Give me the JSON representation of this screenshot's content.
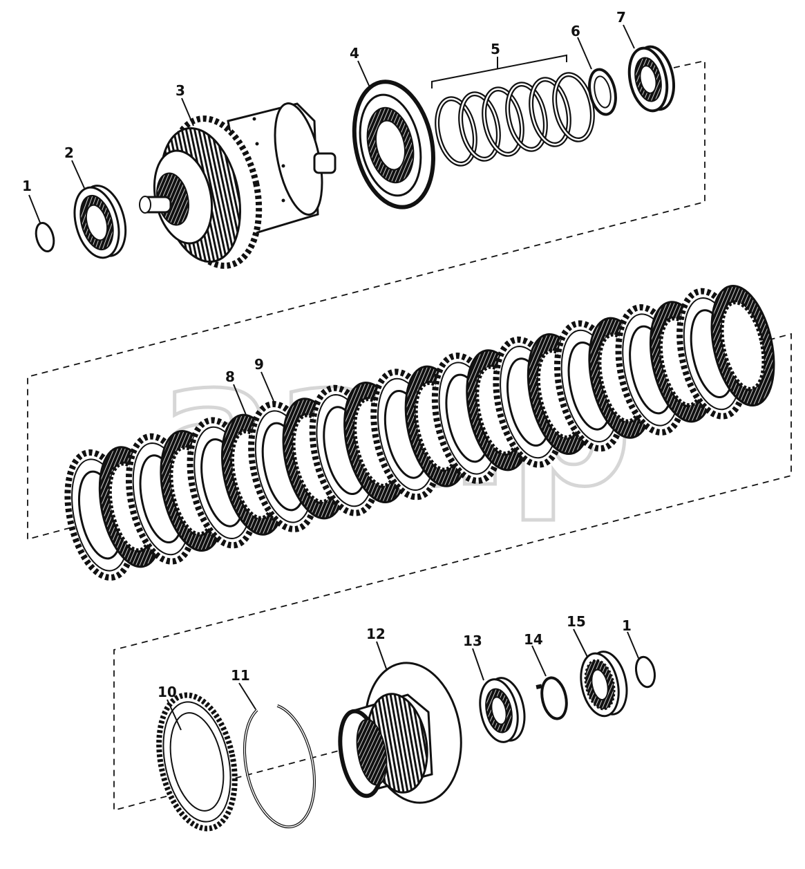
{
  "watermark": "ааар",
  "callouts": [
    {
      "id": "1a",
      "label": "1"
    },
    {
      "id": "2",
      "label": "2"
    },
    {
      "id": "3",
      "label": "3"
    },
    {
      "id": "4",
      "label": "4"
    },
    {
      "id": "5",
      "label": "5"
    },
    {
      "id": "6",
      "label": "6"
    },
    {
      "id": "7",
      "label": "7"
    },
    {
      "id": "8",
      "label": "8"
    },
    {
      "id": "9",
      "label": "9"
    },
    {
      "id": "10",
      "label": "10"
    },
    {
      "id": "11",
      "label": "11"
    },
    {
      "id": "12",
      "label": "12"
    },
    {
      "id": "13",
      "label": "13"
    },
    {
      "id": "14",
      "label": "14"
    },
    {
      "id": "15",
      "label": "15"
    },
    {
      "id": "1b",
      "label": "1"
    }
  ],
  "clutch_pack": {
    "plate_count": 22
  },
  "colors": {
    "ink": "#111111",
    "watermark": "#d6d6d6",
    "background": "#ffffff"
  }
}
